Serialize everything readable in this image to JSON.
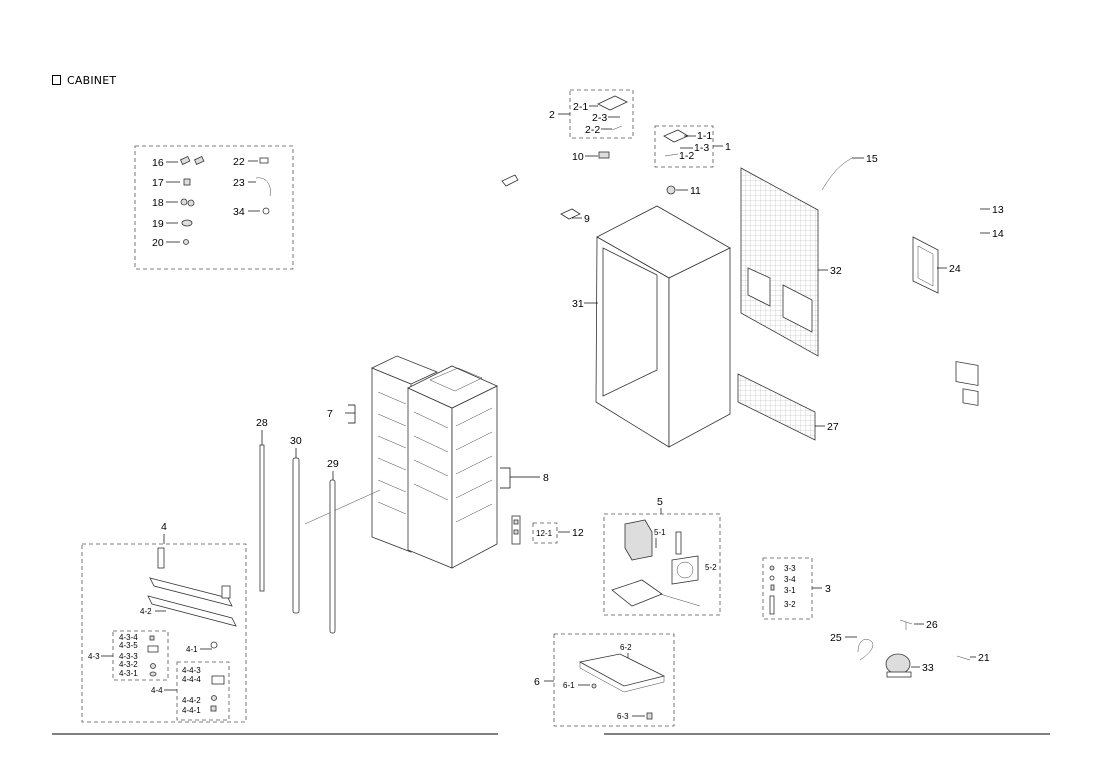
{
  "title": "CABINET",
  "labels": {
    "l1": "1",
    "l1_1": "1-1",
    "l1_2": "1-2",
    "l1_3": "1-3",
    "l2": "2",
    "l2_1": "2-1",
    "l2_2": "2-2",
    "l2_3": "2-3",
    "l3": "3",
    "l3_1": "3-1",
    "l3_2": "3-2",
    "l3_3": "3-3",
    "l3_4": "3-4",
    "l4": "4",
    "l4_1": "4-1",
    "l4_2": "4-2",
    "l4_3": "4-3",
    "l4_3_1": "4-3-1",
    "l4_3_2": "4-3-2",
    "l4_3_3": "4-3-3",
    "l4_3_4": "4-3-4",
    "l4_3_5": "4-3-5",
    "l4_4": "4-4",
    "l4_4_1": "4-4-1",
    "l4_4_2": "4-4-2",
    "l4_4_3": "4-4-3",
    "l4_4_4": "4-4-4",
    "l5": "5",
    "l5_1": "5-1",
    "l5_2": "5-2",
    "l6": "6",
    "l6_1": "6-1",
    "l6_2": "6-2",
    "l6_3": "6-3",
    "l7": "7",
    "l8": "8",
    "l9": "9",
    "l10": "10",
    "l11": "11",
    "l12": "12",
    "l12_1": "12-1",
    "l13": "13",
    "l14": "14",
    "l15": "15",
    "l16": "16",
    "l17": "17",
    "l18": "18",
    "l19": "19",
    "l20": "20",
    "l21": "21",
    "l22": "22",
    "l23": "23",
    "l24": "24",
    "l25": "25",
    "l26": "26",
    "l27": "27",
    "l28": "28",
    "l29": "29",
    "l30": "30",
    "l31": "31",
    "l32": "32",
    "l33": "33",
    "l34": "34"
  }
}
